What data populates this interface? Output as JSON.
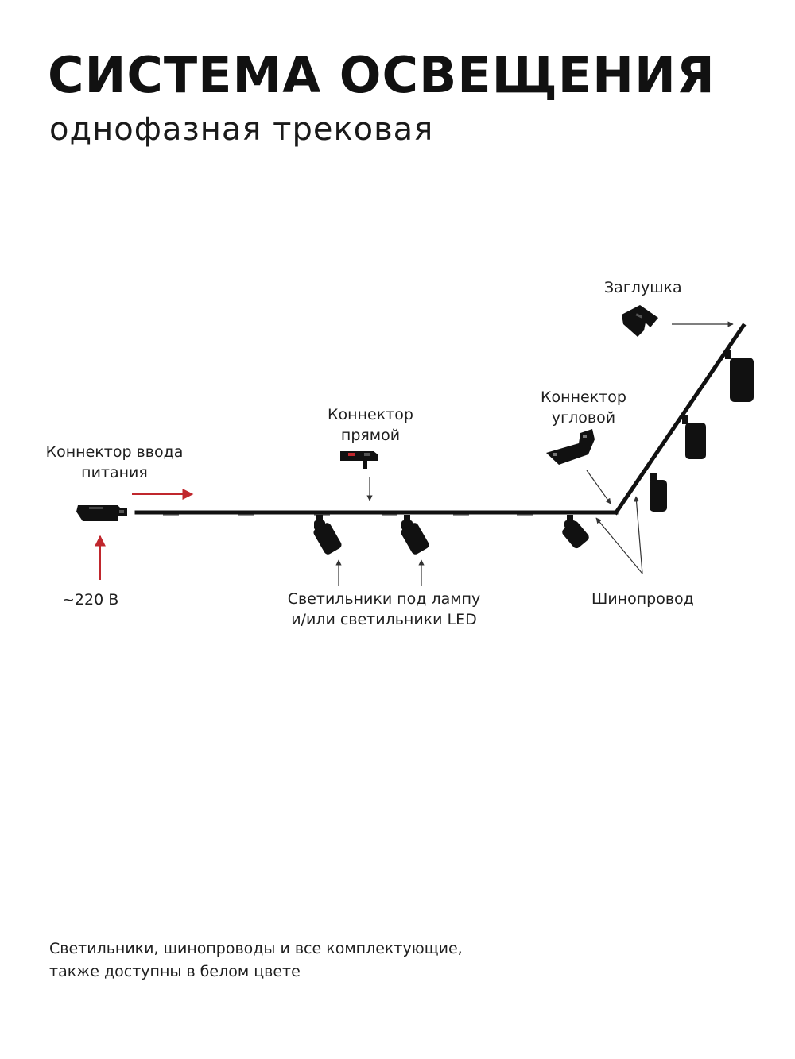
{
  "header": {
    "title": "СИСТЕМА ОСВЕЩЕНИЯ",
    "subtitle": "однофазная трековая"
  },
  "labels": {
    "power_connector": [
      "Коннектор ввода",
      "питания"
    ],
    "voltage": "~220 В",
    "straight_connector": [
      "Коннектор",
      "прямой"
    ],
    "corner_connector": [
      "Коннектор",
      "угловой"
    ],
    "end_cap": "Заглушка",
    "fixtures": [
      "Светильники под лампу",
      "и/или светильники LED"
    ],
    "busbar": "Шинопровод"
  },
  "footer": {
    "lines": [
      "Светильники, шинопроводы и все комплектующие,",
      "также доступны в белом цвете"
    ]
  },
  "colors": {
    "track": "#111111",
    "arrow_red": "#c0272d",
    "arrow_gray": "#333333",
    "text": "#1f1f1f"
  },
  "icons": [
    "power-connector-icon",
    "straight-connector-icon",
    "corner-connector-icon",
    "end-cap-icon",
    "spotlight-icon"
  ]
}
